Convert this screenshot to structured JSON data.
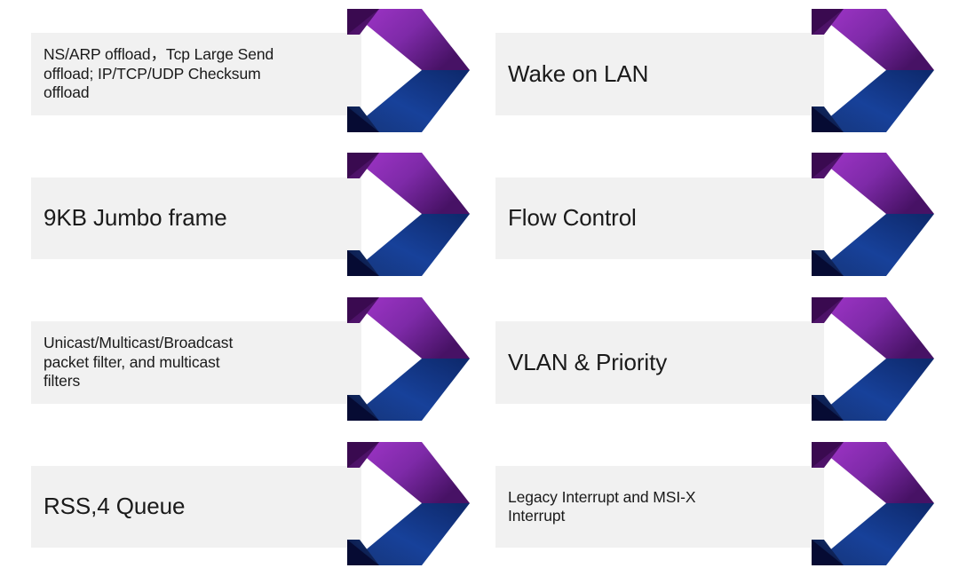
{
  "diagram": {
    "type": "chevron-list",
    "title": "",
    "background_color": "#ffffff",
    "plate_color": "#f1f1f1",
    "text_color": "#1a1a1a",
    "chevron_colors": {
      "purple_light": "#9b30c4",
      "purple_mid": "#7a2ba3",
      "purple_dark": "#4a1060",
      "purple_shadow": "#3d0b52",
      "blue_light": "#1b4a97",
      "blue_mid": "#133a80",
      "blue_dark": "#0c1f55",
      "blue_shadow": "#080f3d"
    },
    "columns": [
      {
        "name": "left-column",
        "items": [
          {
            "id": "offload",
            "label": "NS/ARP offload，Tcp Large Send\noffload; IP/TCP/UDP Checksum\noffload",
            "size": "small"
          },
          {
            "id": "jumbo-frame",
            "label": "9KB Jumbo frame",
            "size": "large"
          },
          {
            "id": "packet-filter",
            "label": "Unicast/Multicast/Broadcast\npacket filter, and multicast\nfilters",
            "size": "small"
          },
          {
            "id": "rss-queue",
            "label": "RSS,4 Queue",
            "size": "large"
          }
        ]
      },
      {
        "name": "right-column",
        "items": [
          {
            "id": "wake-on-lan",
            "label": "Wake on LAN",
            "size": "large"
          },
          {
            "id": "flow-control",
            "label": "Flow Control",
            "size": "large"
          },
          {
            "id": "vlan-priority",
            "label": "VLAN & Priority",
            "size": "large"
          },
          {
            "id": "interrupt",
            "label": "Legacy Interrupt and MSI-X\nInterrupt",
            "size": "small"
          }
        ]
      }
    ]
  }
}
